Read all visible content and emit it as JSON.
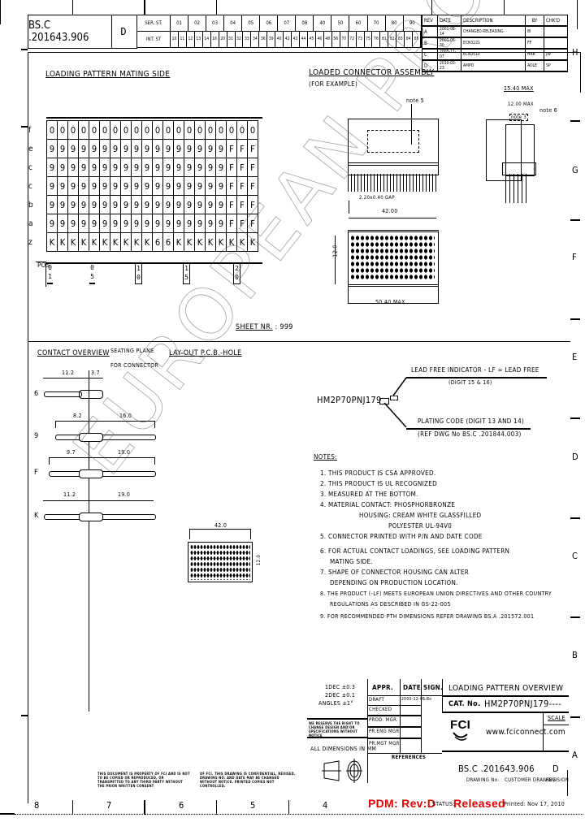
{
  "title_block_top": {
    "drawing_number": "BS.C .201643.906",
    "revision": "D",
    "ser_st_label": "SER. ST.",
    "int_st_label": "INT. ST",
    "ser_st_values": [
      "01",
      "02",
      "03",
      "04",
      "05",
      "06",
      "07",
      "08",
      "40",
      "50",
      "60",
      "70",
      "80",
      "90"
    ],
    "int_st_values": [
      "10",
      "11",
      "12",
      "13",
      "14",
      "16",
      "20",
      "31",
      "32",
      "33",
      "34",
      "36",
      "39",
      "40",
      "42",
      "43",
      "44",
      "45",
      "46",
      "48",
      "56",
      "70",
      "72",
      "73",
      "75",
      "76",
      "81",
      "82",
      "83",
      "84",
      "85"
    ]
  },
  "revision_table": {
    "headers": [
      "REV",
      "DATE",
      "DESCRIPTION",
      "BY",
      "CHK'D"
    ],
    "rows": [
      {
        "rev": "A",
        "date": "2001-08-14",
        "description": "CHANGED RELEASING",
        "by": "BI",
        "chkd": ""
      },
      {
        "rev": "B",
        "date": "2001-06-30",
        "description": "ECN3221",
        "by": "FF",
        "chkd": ""
      },
      {
        "rev": "C",
        "date": "2005-11-07",
        "description": "ECN3510",
        "by": "HAB",
        "chkd": "JW"
      },
      {
        "rev": "D",
        "date": "2010-03-23",
        "description": "AMPD",
        "by": "ADLE",
        "chkd": "SP"
      }
    ]
  },
  "zone_letters_right": [
    "H",
    "G",
    "F",
    "E",
    "D",
    "C",
    "B",
    "A"
  ],
  "zone_numbers_bottom": [
    "8",
    "7",
    "6",
    "5",
    "4"
  ],
  "loading_pattern": {
    "title": "LOADING PATTERN MATING SIDE",
    "row_labels": [
      "f",
      "e",
      "c",
      "c",
      "b",
      "a",
      "z"
    ],
    "rows": [
      [
        "0",
        "0",
        "0",
        "0",
        "0",
        "0",
        "0",
        "0",
        "0",
        "0",
        "0",
        "0",
        "0",
        "0",
        "0",
        "0",
        "0",
        "0",
        "0",
        "0"
      ],
      [
        "9",
        "9",
        "9",
        "9",
        "9",
        "9",
        "9",
        "9",
        "9",
        "9",
        "9",
        "9",
        "9",
        "9",
        "9",
        "9",
        "9",
        "F",
        "F",
        "F"
      ],
      [
        "9",
        "9",
        "9",
        "9",
        "9",
        "9",
        "9",
        "9",
        "9",
        "9",
        "9",
        "9",
        "9",
        "9",
        "9",
        "9",
        "9",
        "F",
        "F",
        "F"
      ],
      [
        "9",
        "9",
        "9",
        "9",
        "9",
        "9",
        "9",
        "9",
        "9",
        "9",
        "9",
        "9",
        "9",
        "9",
        "9",
        "9",
        "9",
        "F",
        "F",
        "F"
      ],
      [
        "9",
        "9",
        "9",
        "9",
        "9",
        "9",
        "9",
        "9",
        "9",
        "9",
        "9",
        "9",
        "9",
        "9",
        "9",
        "9",
        "9",
        "F",
        "F",
        "F"
      ],
      [
        "9",
        "9",
        "9",
        "9",
        "9",
        "9",
        "9",
        "9",
        "9",
        "9",
        "9",
        "9",
        "9",
        "9",
        "9",
        "9",
        "9",
        "F",
        "F",
        "F"
      ],
      [
        "K",
        "K",
        "K",
        "K",
        "K",
        "K",
        "K",
        "K",
        "K",
        "K",
        "6",
        "6",
        "K",
        "K",
        "K",
        "K",
        "K",
        "K",
        "K",
        "K"
      ]
    ],
    "pos_label": "POS",
    "pos_markers": [
      {
        "top": "0",
        "bottom": "1"
      },
      {
        "top": "0",
        "bottom": "5"
      },
      {
        "top": "1",
        "bottom": "0"
      },
      {
        "top": "1",
        "bottom": "5"
      },
      {
        "top": "2",
        "bottom": "0"
      }
    ],
    "sheet_nr_label": "SHEET NR.",
    "sheet_nr_value": ": 999"
  },
  "connector_assembly": {
    "title": "LOADED CONNECTOR ASSEMBLY",
    "subtitle": "(FOR EXAMPLE)",
    "note5": "note 5",
    "note6": "note 6",
    "note3": "note 3",
    "dim_15": "15.40 MAX",
    "dim_top": "12.00 MAX",
    "dim_pitch": "2.20x0.40 GAP",
    "dim_width": "42.00",
    "dim_height": "12.0",
    "dim_length": "50.40 MAX"
  },
  "contact_overview": {
    "title": "CONTACT OVERVIEW",
    "seating_plane": "SEATING PLANE",
    "for_connector": "FOR CONNECTOR",
    "contacts": [
      {
        "label": "6",
        "left_dim": "11.2",
        "right_dim": "3.7"
      },
      {
        "label": "9",
        "left_dim": "8.2",
        "right_dim": "16.0"
      },
      {
        "label": "F",
        "left_dim": "9.7",
        "right_dim": "19.0"
      },
      {
        "label": "K",
        "left_dim": "11.2",
        "right_dim": "19.0"
      }
    ]
  },
  "pcb_layout": {
    "title": "LAY-OUT P.C.B.-HOLE",
    "dim_top": "42.0",
    "dim_side": "12.0"
  },
  "part_number_callout": {
    "part": "HM2P70PNJ179",
    "lead_free": "LEAD FREE INDICATOR - LF = LEAD FREE",
    "lead_free_digits": "(DIGIT 15 & 16)",
    "plating": "PLATING CODE (DIGIT 13 AND 14)",
    "plating_ref": "(REF DWG No BS.C .201844.003)"
  },
  "notes": {
    "title": "NOTES:",
    "items": [
      "1. THIS PRODUCT IS CSA APPROVED.",
      "2. THIS PRODUCT IS UL RECOGNIZED",
      "3. MEASURED AT THE BOTTOM.",
      "4. MATERIAL CONTACT: PHOSPHORBRONZE",
      "HOUSING: CREAM WHITE GLASSFILLED",
      "POLYESTER UL-94V0",
      "5. CONNECTOR PRINTED WITH P/N AND DATE CODE",
      "6. FOR ACTUAL CONTACT LOADINGS, SEE LOADING PATTERN",
      "MATING SIDE.",
      "7. SHAPE OF CONNECTOR HOUSING CAN ALTER",
      "DEPENDING ON PRODUCTION LOCATION.",
      "8. THE PRODUCT (-LF) MEETS EUROPEAN UNION DIRECTIVES AND OTHER COUNTRY",
      "REGULATIONS AS DESCRIBED IN GS-22-005",
      "9. FOR RECOMMENDED PTH DIMENSIONS REFER DRAWING   BS.A .201572.001"
    ]
  },
  "title_block": {
    "tolerances": [
      "1DEC ±0.3",
      "2DEC ±0.1",
      "ANGLES ±1°"
    ],
    "rights_text": "WE RESERVE THE RIGHT TO CHANGE DESIGN AND/OR SPECIFICATIONS WITHOUT NOTICE",
    "dimensions_note": "ALL DIMENSIONS IN MM",
    "appr": "APPR.",
    "date": "DATE",
    "sign": "SIGN.",
    "roles": [
      "DRAFT",
      "CHECKED",
      "PROD. MGR.",
      "PR.ENG MGR.",
      "PR.MGT MGR."
    ],
    "draft_date": "2000-12-05",
    "draft_sign": "S.Bo",
    "references": "REFERENCES",
    "drawing_title": "LOADING PATTERN OVERVIEW",
    "cat_no_label": "CAT. No.",
    "cat_no_value": "HM2P70PNJ179----",
    "company": "FCI",
    "website": "www.fciconnect.com",
    "scale_label": "SCALE",
    "drawing_no": "BS.C .201643.906",
    "revision": "D",
    "drawing_no_label": "DRAWING No.",
    "customer_drawing_label": "CUSTOMER DRAWING",
    "revision_label": "REVISION",
    "pdm": "PDM: Rev:D",
    "status_label": "STATUS:",
    "status_value": "Released",
    "printed": "Printed: Nov 17, 2010"
  },
  "legal_text": [
    "THIS DOCUMENT IS PROPERTY OF FCI AND IS NOT TO BE COPIED OR REPRODUCED, OR TRANSMITTED TO ANY THIRD PARTY WITHOUT THE PRIOR WRITTEN CONSENT",
    "OF FCI. THIS DRAWING IS CONFIDENTIAL, REVISED, DRAWING NO. AND DATE MAY BE CHANGED WITHOUT NOTICE. PRINTED COPIES NOT CONTROLLED."
  ],
  "watermark": "EUROPEAN PROTOTYPE",
  "colors": {
    "status_red": "#e00000",
    "ink": "#000000",
    "paper": "#ffffff"
  }
}
